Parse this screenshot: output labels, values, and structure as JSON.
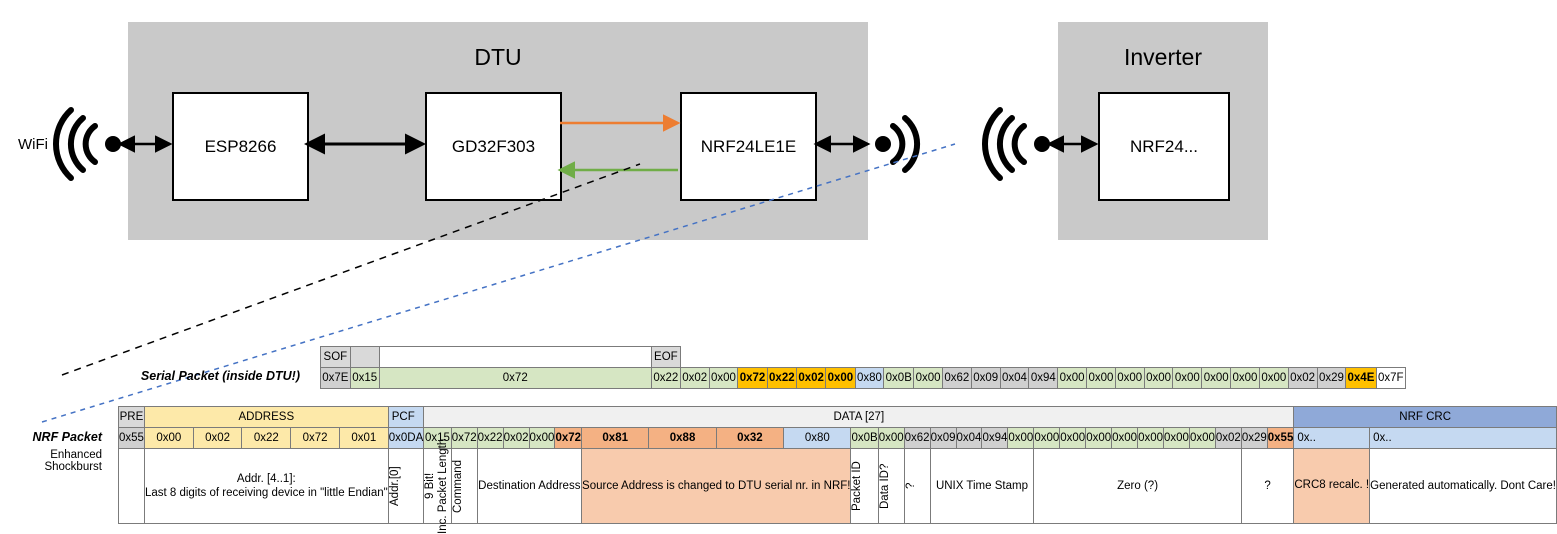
{
  "diagram": {
    "dtu": {
      "title": "DTU",
      "chips": [
        {
          "label": "ESP8266"
        },
        {
          "label": "GD32F303"
        },
        {
          "label": "NRF24LE1E"
        }
      ]
    },
    "inverter": {
      "title": "Inverter",
      "chips": [
        {
          "label": "NRF24..."
        }
      ]
    },
    "wifi_label": "WiFi",
    "colors": {
      "enclosure": "#c9c9c9",
      "orange_arrow": "#ed7d31",
      "green_arrow": "#70ad47",
      "black_arrow": "#000000",
      "blue_dashed": "#4472c4"
    }
  },
  "serial_packet": {
    "row_label": "Serial Packet (inside DTU!)",
    "sof_header": "SOF",
    "eof_header": "EOF",
    "sof_value": "0x7E",
    "eof_value": "0x7F",
    "bytes": [
      {
        "v": "0x15",
        "c": "green"
      },
      {
        "v": "0x72",
        "c": "green"
      },
      {
        "v": "0x22",
        "c": "green"
      },
      {
        "v": "0x02",
        "c": "green"
      },
      {
        "v": "0x00",
        "c": "green"
      },
      {
        "v": "0x72",
        "c": "yellowb"
      },
      {
        "v": "0x22",
        "c": "yellowb"
      },
      {
        "v": "0x02",
        "c": "yellowb"
      },
      {
        "v": "0x00",
        "c": "yellowb"
      },
      {
        "v": "0x80",
        "c": "blue"
      },
      {
        "v": "0x0B",
        "c": "green"
      },
      {
        "v": "0x00",
        "c": "green"
      },
      {
        "v": "0x62",
        "c": "gray"
      },
      {
        "v": "0x09",
        "c": "gray"
      },
      {
        "v": "0x04",
        "c": "gray"
      },
      {
        "v": "0x94",
        "c": "gray"
      },
      {
        "v": "0x00",
        "c": "green"
      },
      {
        "v": "0x00",
        "c": "green"
      },
      {
        "v": "0x00",
        "c": "green"
      },
      {
        "v": "0x00",
        "c": "green"
      },
      {
        "v": "0x00",
        "c": "green"
      },
      {
        "v": "0x00",
        "c": "green"
      },
      {
        "v": "0x00",
        "c": "green"
      },
      {
        "v": "0x00",
        "c": "green"
      },
      {
        "v": "0x02",
        "c": "gray"
      },
      {
        "v": "0x29",
        "c": "gray"
      },
      {
        "v": "0x4E",
        "c": "yellowb"
      }
    ]
  },
  "nrf_packet": {
    "row_label": "NRF Packet",
    "sub_label": "Enhanced Shockburst",
    "headers": {
      "pre": "PRE",
      "address": "ADDRESS",
      "pcf": "PCF",
      "data": "DATA [27]",
      "nrf_crc": "NRF CRC"
    },
    "pre_value": "0x55",
    "address_values": [
      "0x00",
      "0x02",
      "0x22",
      "0x72",
      "0x01"
    ],
    "pcf_value": "0x0DA",
    "crc_values": [
      "0x..",
      "0x.."
    ],
    "bytes": [
      {
        "v": "0x15",
        "c": "green"
      },
      {
        "v": "0x72",
        "c": "green"
      },
      {
        "v": "0x22",
        "c": "green"
      },
      {
        "v": "0x02",
        "c": "green"
      },
      {
        "v": "0x00",
        "c": "green"
      },
      {
        "v": "0x72",
        "c": "orange"
      },
      {
        "v": "0x81",
        "c": "orange"
      },
      {
        "v": "0x88",
        "c": "orange"
      },
      {
        "v": "0x32",
        "c": "orange"
      },
      {
        "v": "0x80",
        "c": "blue"
      },
      {
        "v": "0x0B",
        "c": "green"
      },
      {
        "v": "0x00",
        "c": "green"
      },
      {
        "v": "0x62",
        "c": "gray"
      },
      {
        "v": "0x09",
        "c": "gray"
      },
      {
        "v": "0x04",
        "c": "gray"
      },
      {
        "v": "0x94",
        "c": "gray"
      },
      {
        "v": "0x00",
        "c": "green"
      },
      {
        "v": "0x00",
        "c": "green"
      },
      {
        "v": "0x00",
        "c": "green"
      },
      {
        "v": "0x00",
        "c": "green"
      },
      {
        "v": "0x00",
        "c": "green"
      },
      {
        "v": "0x00",
        "c": "green"
      },
      {
        "v": "0x00",
        "c": "green"
      },
      {
        "v": "0x00",
        "c": "green"
      },
      {
        "v": "0x02",
        "c": "gray"
      },
      {
        "v": "0x29",
        "c": "gray"
      },
      {
        "v": "0x55",
        "c": "orange"
      }
    ],
    "descriptions": {
      "address": "Addr. [4..1]:\nLast 8 digits of receiving device in \"little Endian\"",
      "addr0": "Addr.[0]",
      "pcf": "9 Bit!\nInc. Packet Length",
      "command": "Command",
      "destination": "Destination Address",
      "source": "Source Address is changed to DTU serial nr. in NRF!",
      "packet_id": "Packet ID",
      "data_id": "Data ID?",
      "question_small": "?",
      "unix": "UNIX Time Stamp",
      "zero": "Zero (?)",
      "question": "?",
      "crc8": "CRC8 recalc. !",
      "nrf_crc": "Generated automatically. Dont Care!"
    }
  }
}
